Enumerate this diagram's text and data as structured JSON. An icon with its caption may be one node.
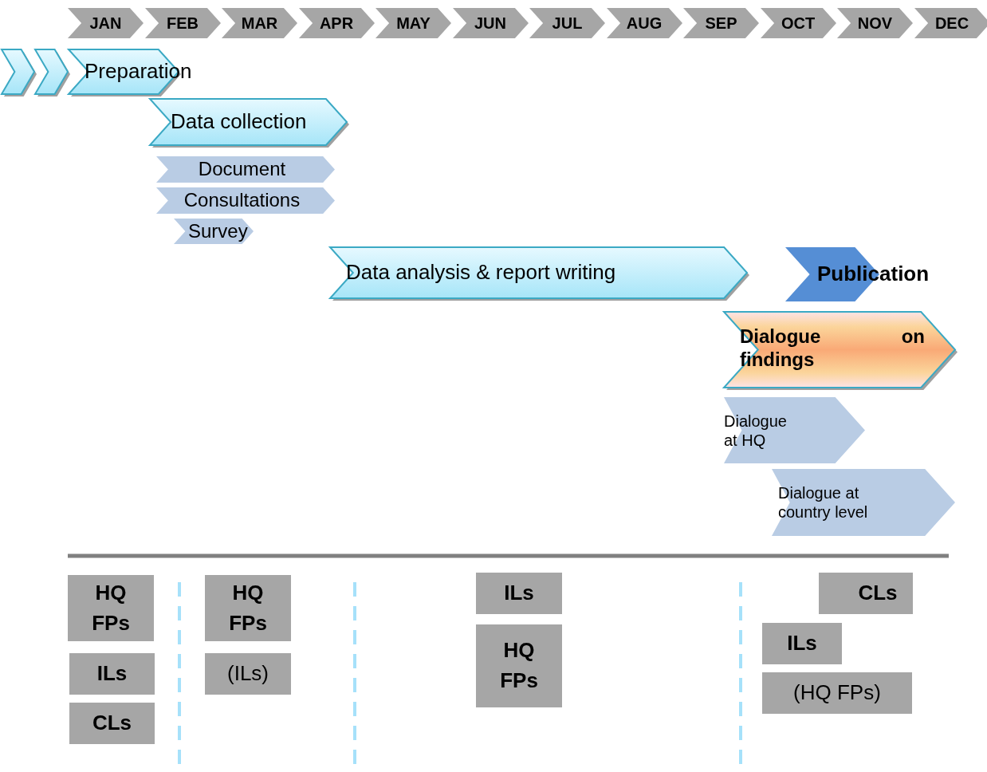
{
  "diagram": {
    "nodes": [
      {
        "text": [
          "JAN"
        ]
      },
      {
        "text": [
          "FEB"
        ]
      },
      {
        "text": [
          "MAR"
        ]
      },
      {
        "text": [
          "APR"
        ]
      },
      {
        "text": [
          "MAY"
        ]
      },
      {
        "text": [
          "JUN"
        ]
      },
      {
        "text": [
          "JUL"
        ]
      },
      {
        "text": [
          "AUG"
        ]
      },
      {
        "text": [
          "SEP"
        ]
      },
      {
        "text": [
          "OCT"
        ]
      },
      {
        "text": [
          "NOV"
        ]
      },
      {
        "text": [
          "DEC"
        ]
      },
      {
        "text": [],
        "shape": "chevron"
      },
      {
        "text": [],
        "shape": "chevron"
      },
      {
        "text": [
          "Preparation"
        ]
      },
      {
        "text": [
          "Data collection"
        ]
      },
      {
        "text": [
          "Document"
        ]
      },
      {
        "text": [
          "Consultations"
        ]
      },
      {
        "text": [
          "Survey"
        ]
      },
      {
        "text": [
          "Data analysis & report writing"
        ]
      },
      {
        "text": [
          "Publication"
        ]
      },
      {
        "text": [
          "Dialogue on findings"
        ]
      },
      {
        "text": [
          "Dialogue at HQ"
        ]
      },
      {
        "text": [
          "Dialogue at country level"
        ]
      },
      {
        "text": [
          "HQ FPs"
        ]
      },
      {
        "text": [
          "ILs"
        ]
      },
      {
        "text": [
          "CLs"
        ]
      },
      {
        "text": [
          "HQ FPs"
        ]
      },
      {
        "text": [
          "(ILs)"
        ]
      },
      {
        "text": [
          "ILs"
        ]
      },
      {
        "text": [
          "HQ FPs"
        ]
      },
      {
        "text": [
          "CLs"
        ]
      },
      {
        "text": [
          "ILs"
        ]
      },
      {
        "text": [
          "(HQ FPs)"
        ]
      }
    ]
  }
}
